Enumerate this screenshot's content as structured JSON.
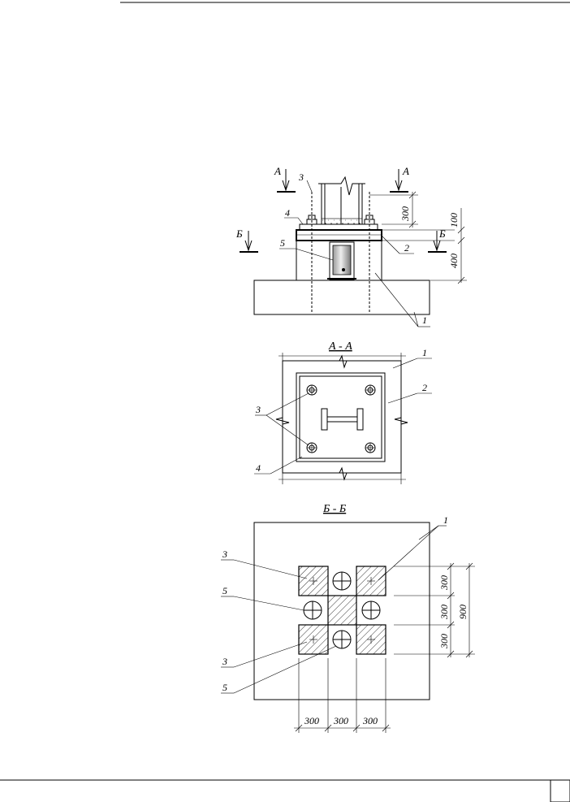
{
  "sections": {
    "elevation_marks": {
      "a_left": "А",
      "a_right": "А",
      "b_left": "Б",
      "b_right": "Б"
    },
    "plan_aa_title": "А - А",
    "plan_bb_title": "Б - Б"
  },
  "callouts": {
    "elevation": {
      "n1": "1",
      "n2": "2",
      "n3": "3",
      "n4": "4",
      "n5": "5"
    },
    "plan_aa": {
      "n1": "1",
      "n2": "2",
      "n3": "3",
      "n4": "4"
    },
    "plan_bb": {
      "n1": "1",
      "n3a": "3",
      "n3b": "3",
      "n5a": "5",
      "n5b": "5"
    }
  },
  "dimensions": {
    "elevation": {
      "top_rod": "300",
      "plate_stack": "100",
      "pile_cap": "400"
    },
    "plan_bb_vertical": [
      "300",
      "300",
      "300"
    ],
    "plan_bb_total": "900",
    "plan_bb_horizontal": [
      "300",
      "300",
      "300"
    ]
  },
  "footer": {
    "page_box": ""
  }
}
